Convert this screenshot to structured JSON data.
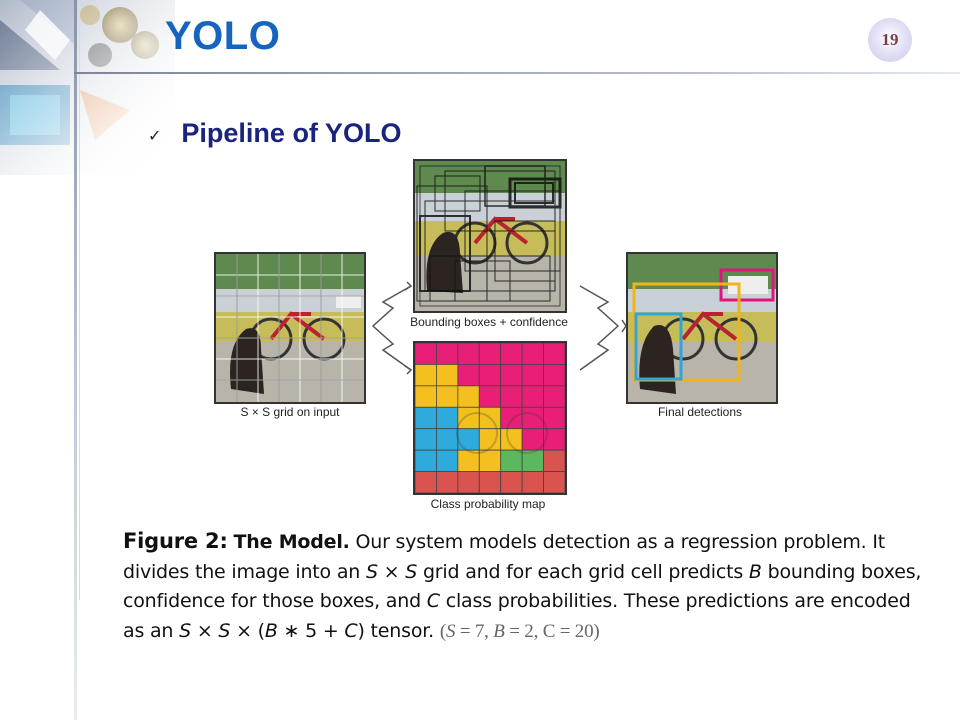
{
  "slide": {
    "title": "YOLO",
    "page_number": "19",
    "bullet": "Pipeline of YOLO"
  },
  "figure": {
    "input_caption": "S × S grid on input",
    "bbox_caption": "Bounding boxes + confidence",
    "classmap_caption": "Class probability map",
    "final_caption": "Final detections"
  },
  "caption": {
    "fig_label": "Figure 2:",
    "model_label": "The Model.",
    "p1": " Our system models detection as a regression problem. It divides the image into an ",
    "S1": "S",
    "times1": " × ",
    "S2": "S",
    "p2": " grid and for each grid cell predicts ",
    "B1": "B",
    "p3": " bounding boxes, confidence for those boxes, and ",
    "C1": "C",
    "p4": " class probabilities. These predictions are encoded as an ",
    "S3": "S",
    "times2": " × ",
    "S4": "S",
    "times3": " × (",
    "B2": "B",
    "p5": " ∗ 5 + ",
    "C2": "C",
    "p6": ") tensor. ",
    "params_open": "(",
    "param_S": "S",
    "param_S_val": " = 7, ",
    "param_B": "B",
    "param_B_val": " = 2, C = 20)"
  },
  "colors": {
    "title": "#1565c0",
    "subtitle": "#1a237e",
    "class_map": [
      "#e91e77",
      "#f4c01e",
      "#2eaadc",
      "#5cb85c",
      "#d9534f"
    ]
  }
}
